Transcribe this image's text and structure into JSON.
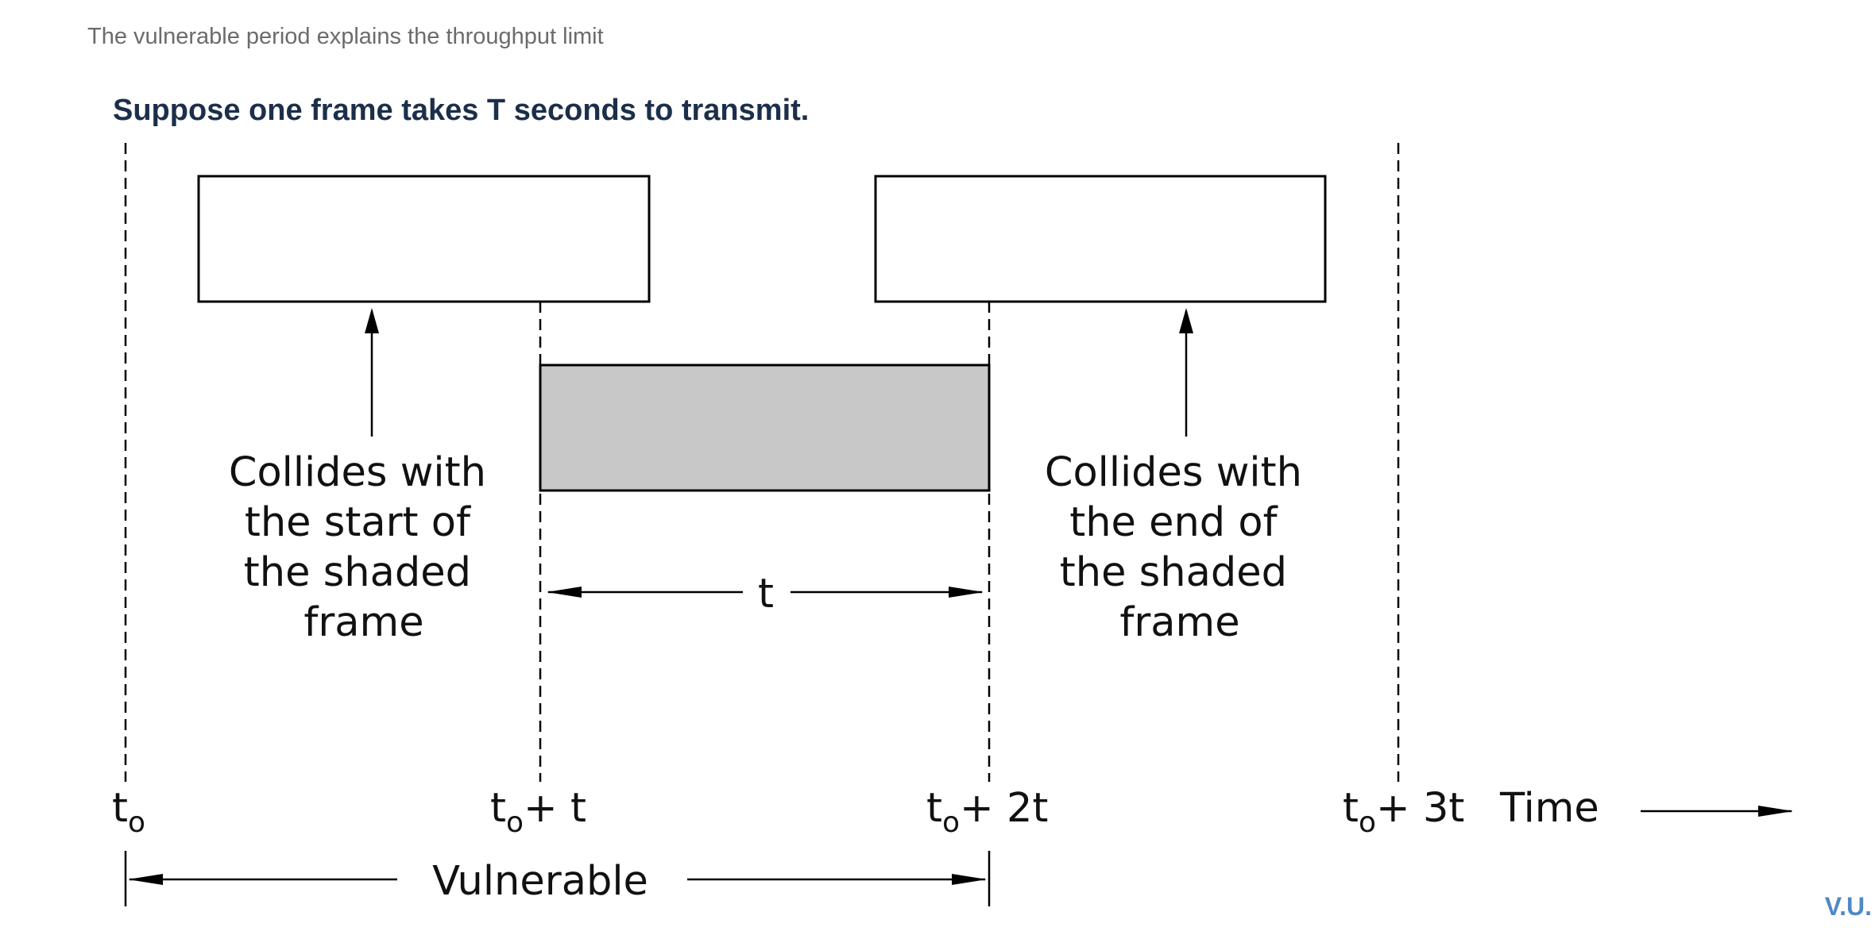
{
  "slide": {
    "caption": "The vulnerable period explains the throughput limit",
    "heading": "Suppose one frame takes T seconds to transmit.",
    "footer_mark": "V.U."
  },
  "diagram": {
    "left_note": [
      "Collides with",
      "the start of",
      "the shaded",
      "frame"
    ],
    "right_note": [
      "Collides with",
      "the end of",
      "the shaded",
      "frame"
    ],
    "interval_label": "t",
    "ticks": {
      "t0_base": "t",
      "t0_sub": "o",
      "t1_base": "t",
      "t1_sub": "o",
      "t1_suffix": "+ t",
      "t2_base": "t",
      "t2_sub": "o",
      "t2_suffix": "+ 2t",
      "t3_base": "t",
      "t3_sub": "o",
      "t3_suffix": "+ 3t"
    },
    "time_label": "Time",
    "vulnerable_label": "Vulnerable",
    "colors": {
      "shaded_frame": "#c8c8c8",
      "line": "#000000"
    }
  }
}
